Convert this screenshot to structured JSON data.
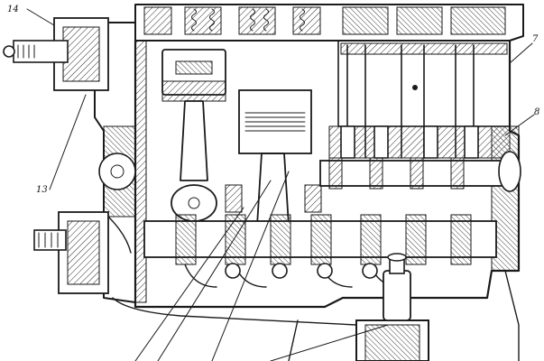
{
  "figure": {
    "callouts": [
      {
        "id": "c14",
        "label": "14"
      },
      {
        "id": "c7",
        "label": "7"
      },
      {
        "id": "c8",
        "label": "8"
      },
      {
        "id": "c13",
        "label": "13"
      }
    ],
    "colors": {
      "ink": "#1a1a1a",
      "paper": "#ffffff",
      "hatch": "#2a2a2a"
    }
  }
}
